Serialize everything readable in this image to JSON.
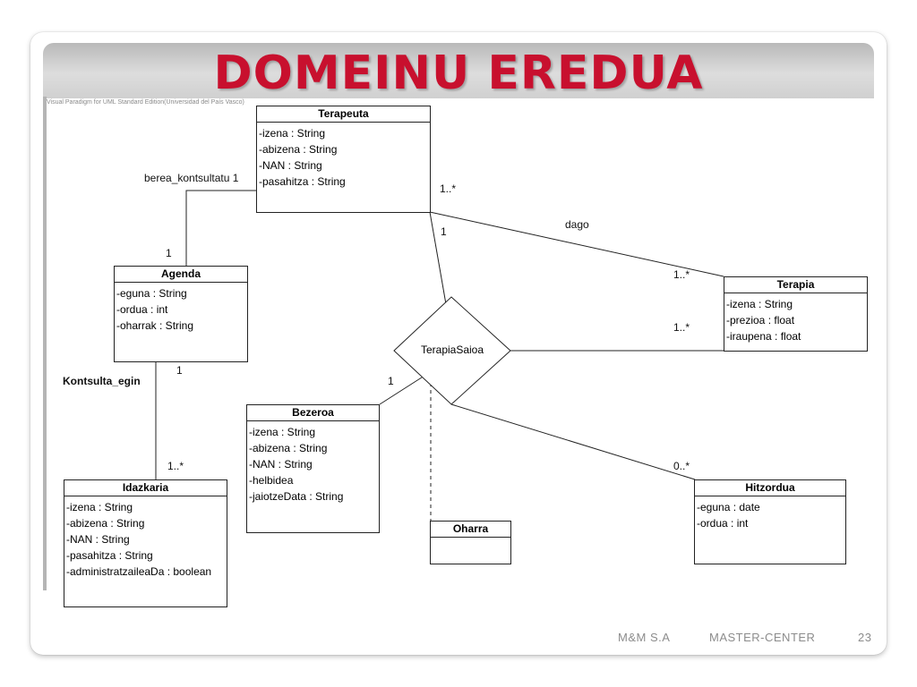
{
  "slide": {
    "title": "DOMEINU EREDUA",
    "watermark": "Visual Paradigm for UML Standard Edition(Universidad del País Vasco)",
    "footer_left": "M&M S.A",
    "footer_center": "MASTER-CENTER",
    "page_number": "23"
  },
  "classes": {
    "terapeuta": {
      "name": "Terapeuta",
      "attrs": [
        "-izena : String",
        "-abizena : String",
        "-NAN : String",
        "-pasahitza : String"
      ]
    },
    "agenda": {
      "name": "Agenda",
      "attrs": [
        "-eguna : String",
        "-ordua : int",
        "-oharrak : String"
      ]
    },
    "terapia": {
      "name": "Terapia",
      "attrs": [
        "-izena : String",
        "-prezioa : float",
        "-iraupena : float"
      ]
    },
    "bezeroa": {
      "name": "Bezeroa",
      "attrs": [
        "-izena : String",
        "-abizena : String",
        "-NAN : String",
        "-helbidea",
        "-jaiotzeData : String"
      ]
    },
    "idazkaria": {
      "name": "Idazkaria",
      "attrs": [
        "-izena : String",
        "-abizena : String",
        "-NAN : String",
        "-pasahitza : String",
        "-administratzaileaDa : boolean"
      ]
    },
    "hitzordua": {
      "name": "Hitzordua",
      "attrs": [
        "-eguna : date",
        "-ordua : int"
      ]
    },
    "oharra": {
      "name": "Oharra",
      "attrs": []
    }
  },
  "association_class": {
    "name": "TerapiaSaioa"
  },
  "labels": {
    "berea_kontsultatu": "berea_kontsultatu 1",
    "agenda_top_mult": "1",
    "dago": "dago",
    "terapeuta_dago_mult": "1..*",
    "terapeuta_saioa_mult": "1",
    "terapia_dago_mult": "1..*",
    "terapia_saioa_mult": "1..*",
    "kontsulta_egin": "Kontsulta_egin",
    "agenda_bottom_mult": "1",
    "idazkaria_mult": "1..*",
    "bezeroa_mult": "1",
    "hitzordua_mult": "0..*"
  }
}
